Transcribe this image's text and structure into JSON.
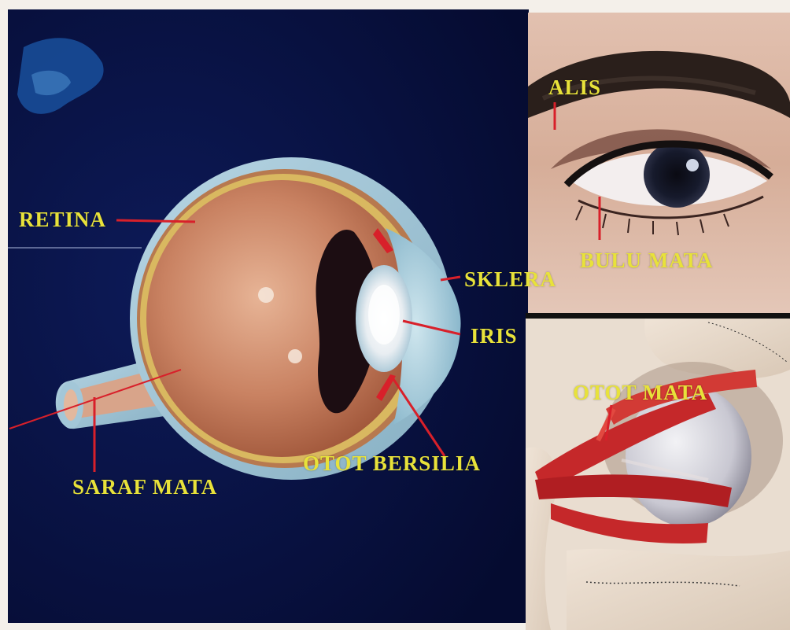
{
  "diagram": {
    "labels": {
      "retina": "RETINA",
      "sklera": "SKLERA",
      "iris": "IRIS",
      "otot_bersilia": "OTOT BERSILIA",
      "saraf_mata": "SARAF MATA",
      "alis": "ALIS",
      "bulu_mata": "BULU MATA",
      "otot_mata": "OTOT MATA"
    },
    "colors": {
      "label_text": "#e8e23a",
      "leader_line": "#d8202a",
      "background_panel": "#07103d"
    }
  }
}
